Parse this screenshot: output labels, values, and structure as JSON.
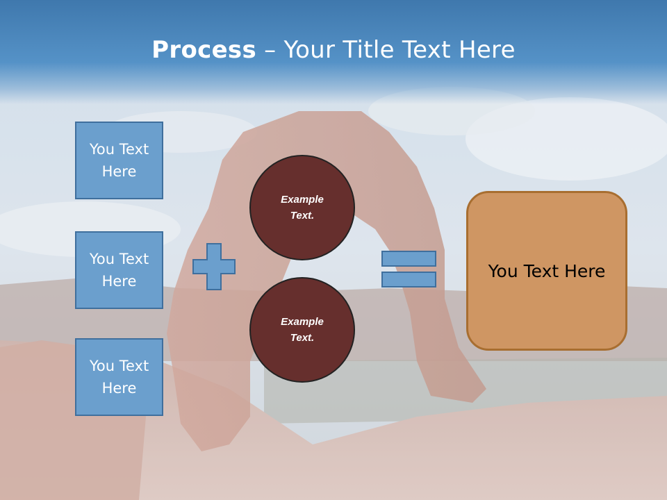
{
  "title": {
    "bold": "Process",
    "regular": " – Your Title Text Here"
  },
  "left_boxes": [
    {
      "label": "You Text Here"
    },
    {
      "label": "You Text Here"
    },
    {
      "label": "You Text Here"
    }
  ],
  "circles": [
    {
      "label": "Example Text."
    },
    {
      "label": "Example Text."
    }
  ],
  "result": {
    "label": "You Text Here"
  },
  "colors": {
    "title_bar": "#4a86bd",
    "box_fill": "#6b9fcd",
    "box_border": "#3f6f9d",
    "circle_fill": "#662f2d",
    "result_fill": "#cf9663",
    "result_border": "#a86e30"
  }
}
